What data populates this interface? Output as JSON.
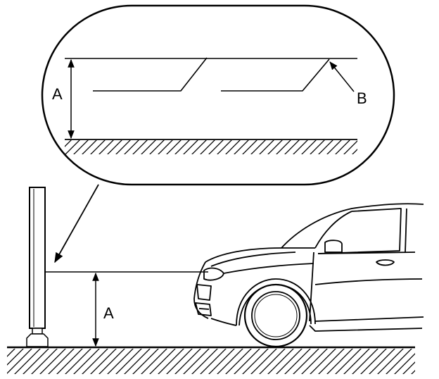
{
  "labels": {
    "dimension_upper": "A",
    "dimension_lower": "A",
    "callout": "B"
  },
  "colors": {
    "line": "#000000",
    "background": "#ffffff"
  }
}
